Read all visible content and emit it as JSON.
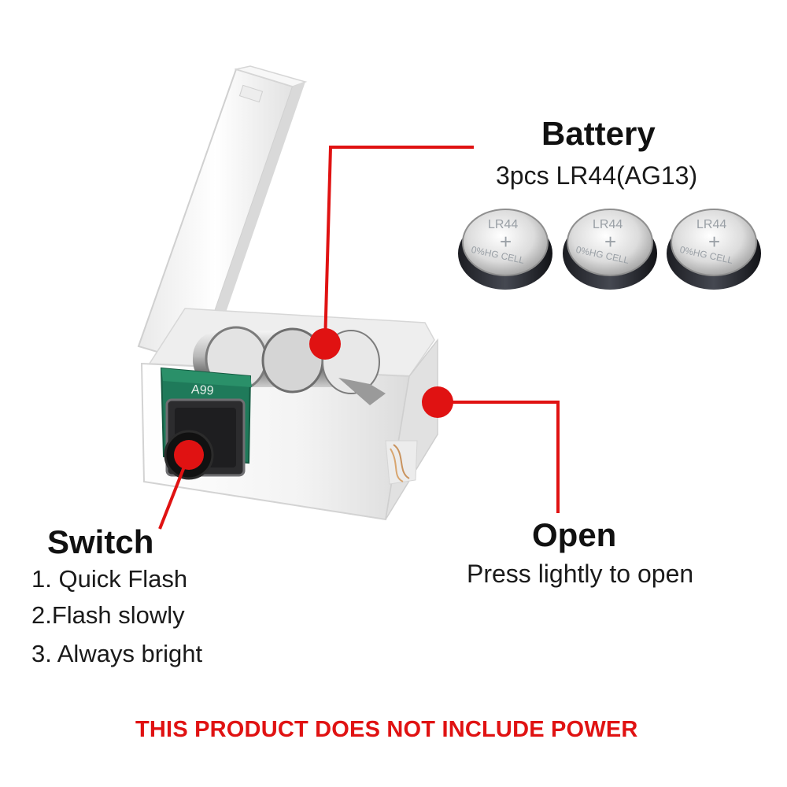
{
  "battery": {
    "title": "Battery",
    "subtitle": "3pcs LR44(AG13)",
    "cells": [
      {
        "label": "LR44",
        "arc_text": "0%HG CELL",
        "mark": "+"
      },
      {
        "label": "LR44",
        "arc_text": "0%HG CELL",
        "mark": "+"
      },
      {
        "label": "LR44",
        "arc_text": "0%HG CELL",
        "mark": "+"
      }
    ]
  },
  "board_marking": "A99",
  "switch": {
    "title": "Switch",
    "modes": [
      "1. Quick Flash",
      "2.Flash slowly",
      "3. Always bright"
    ]
  },
  "open": {
    "title": "Open",
    "subtitle": "Press lightly to open"
  },
  "warning": "THIS PRODUCT DOES NOT INCLUDE POWER",
  "colors": {
    "callout": "#e01212",
    "warning": "#e01212",
    "case": "#f4f4f4",
    "pcb": "#1f7a5a"
  }
}
